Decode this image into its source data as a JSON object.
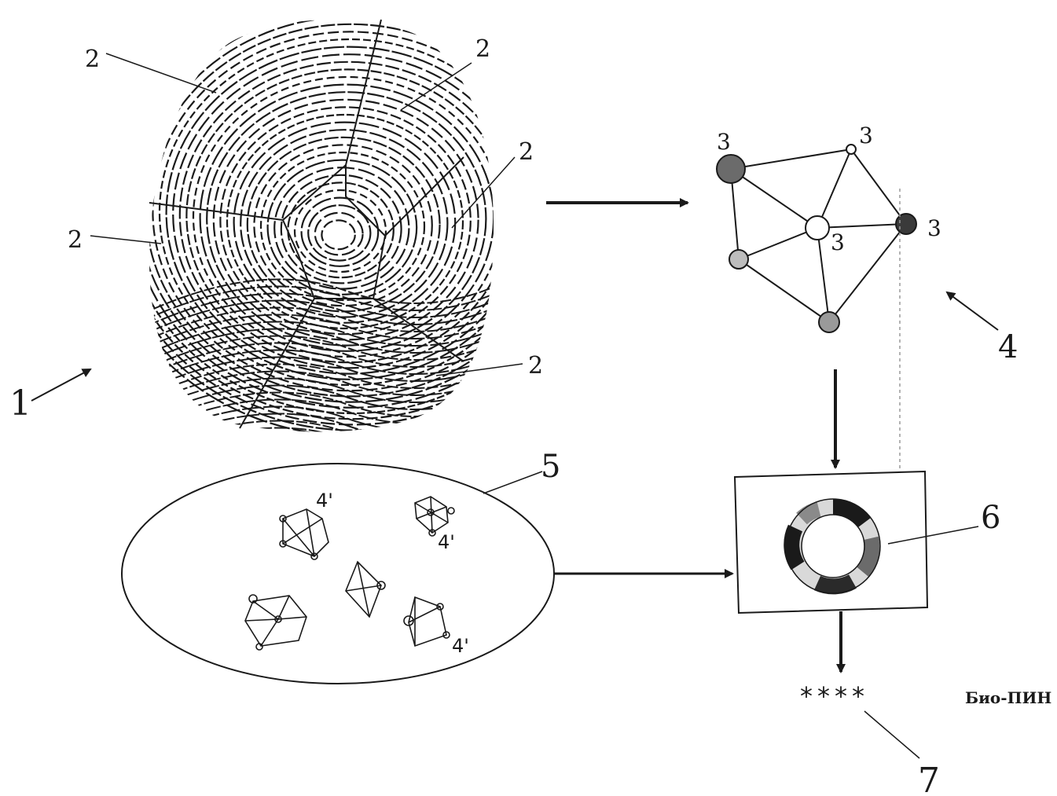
{
  "labels": {
    "fingerprint": "1",
    "regions": "2",
    "minutia_points": "3",
    "graph": "4",
    "graph_small": "4'",
    "database": "5",
    "processor": "6",
    "output": "7"
  },
  "output_code": "****",
  "caption": "Био-ПИН"
}
